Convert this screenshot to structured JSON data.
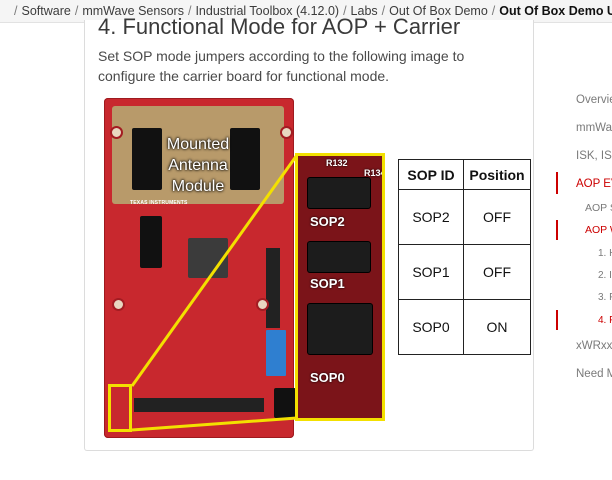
{
  "breadcrumb": {
    "items": [
      "Software",
      "mmWave Sensors",
      "Industrial Toolbox (4.12.0)",
      "Labs",
      "Out Of Box Demo"
    ],
    "current": "Out Of Box Demo User Guide"
  },
  "content": {
    "heading": "4. Functional Mode for AOP + Carrier",
    "intro": "Set SOP mode jumpers according to the following image to configure the carrier board for functional mode."
  },
  "figure": {
    "antenna_label": "Mounted Antenna Module",
    "board_brand": "TEXAS INSTRUMENTS",
    "zoom_labels": {
      "sop2": "SOP2",
      "sop1": "SOP1",
      "sop0": "SOP0",
      "r132": "R132",
      "r134": "R134"
    },
    "highlight_color": "#f3e000",
    "board_color": "#c8282e"
  },
  "sop_table": {
    "headers": [
      "SOP ID",
      "Position"
    ],
    "rows": [
      {
        "id": "SOP2",
        "position": "OFF"
      },
      {
        "id": "SOP1",
        "position": "OFF"
      },
      {
        "id": "SOP0",
        "position": "ON"
      }
    ]
  },
  "toc": {
    "accent_color": "#cc0000",
    "items": [
      {
        "label": "Overview"
      },
      {
        "label": "mmWave"
      },
      {
        "label": "ISK, ISK"
      },
      {
        "label": "AOP EVM"
      },
      {
        "label": "AOP S"
      },
      {
        "label": "AOP W"
      },
      {
        "label": "1. H"
      },
      {
        "label": "2. I"
      },
      {
        "label": "3. F"
      },
      {
        "label": "4. F"
      },
      {
        "label": "xWRxx"
      },
      {
        "label": "Need M"
      }
    ]
  }
}
